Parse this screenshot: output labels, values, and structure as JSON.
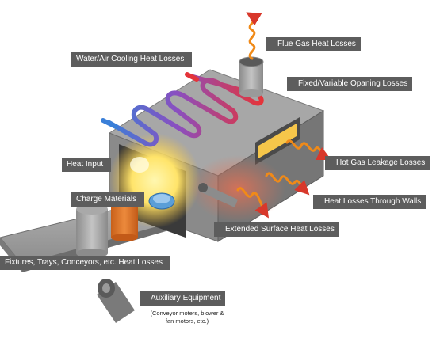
{
  "labels": {
    "flue_gas": "Flue Gas Heat Losses",
    "water_air_cooling": "Water/Air Cooling Heat Losses",
    "fixed_variable_opening": "Fixed/Variable Opaning Losses",
    "heat_input": "Heat Input",
    "hot_gas_leakage": "Hot Gas Leakage Losses",
    "charge_materials": "Charge Materials",
    "walls": "Heat Losses Through Walls",
    "extended_surface": "Extended Surface Heat Losses",
    "fixtures": "Fixtures, Trays, Conceyors, etc. Heat Losses",
    "auxiliary": "Auxiliary Equipment",
    "auxiliary_note_1": "(Conveyor moters, blower &",
    "auxiliary_note_2": "fan motors, etc.)"
  },
  "colors": {
    "label_bg": "#5d5d5d",
    "furnace_top": "#a7a7a7",
    "furnace_front": "#8a8a8a",
    "furnace_side": "#767676",
    "cold_pipe": "#3a7fd8",
    "hot_pipe": "#e4343a",
    "heat_wave": "#f08a18",
    "arrow_red": "#d8382b",
    "charge": "#de7a2a"
  }
}
